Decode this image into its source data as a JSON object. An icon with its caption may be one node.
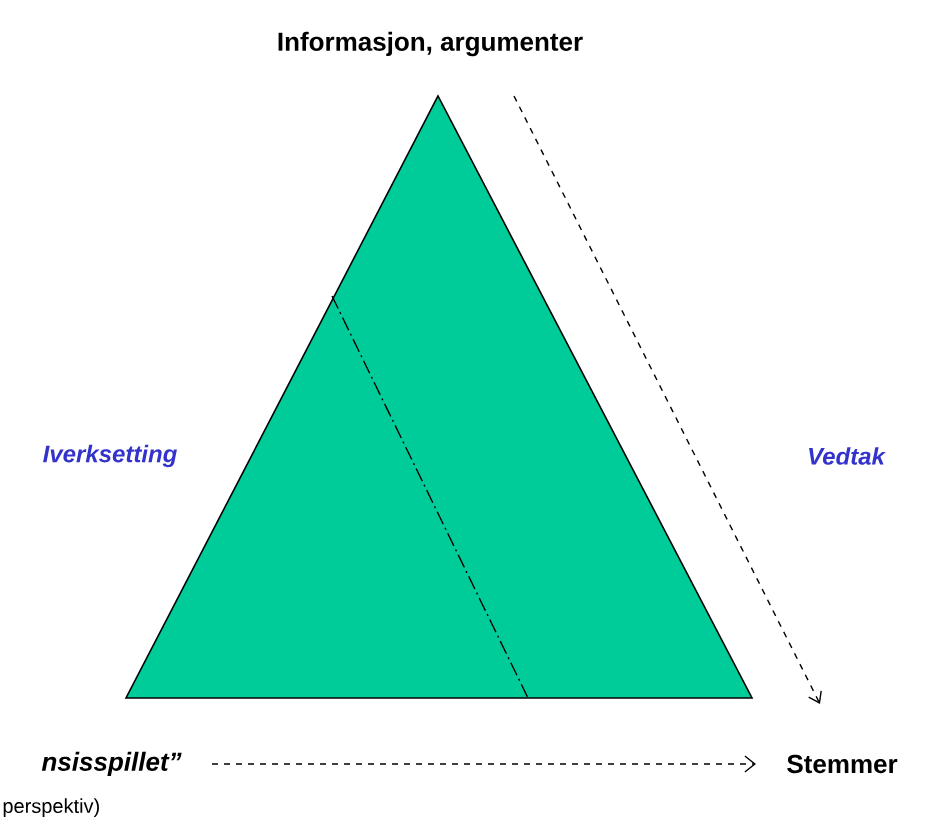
{
  "diagram": {
    "title": "Informasjon, argumenter",
    "nodes": [
      {
        "text": [
          "nsisspillet”"
        ],
        "beside": [
          "perspektiv)"
        ]
      },
      {
        "text": [
          "Stemmer"
        ]
      }
    ],
    "edges": [
      {
        "from": 0,
        "to": 1,
        "arrow": "to",
        "style": "dashed"
      }
    ],
    "labels": [
      "Iverksetting",
      "Vedtak"
    ]
  }
}
